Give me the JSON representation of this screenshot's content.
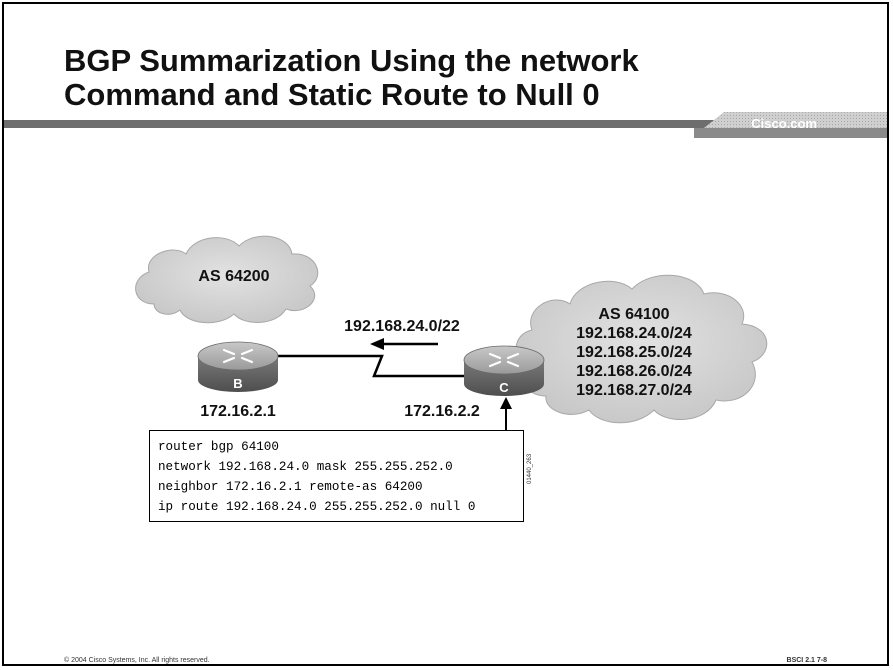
{
  "slide": {
    "title_line1": "BGP Summarization Using the network",
    "title_line2": "Command and Static Route to Null 0",
    "brand": "Cisco.com"
  },
  "colors": {
    "bar_dark": "#7a7a7a",
    "bar_light": "#c8c8c8",
    "cloud": "#d0d0d0",
    "router_body": "#8a8a8a",
    "router_top": "#b4b4b4"
  },
  "diagram": {
    "as_left": "AS 64200",
    "as_right": "AS 64100",
    "router_b_label": "B",
    "router_c_label": "C",
    "router_b_ip": "172.16.2.1",
    "router_c_ip": "172.16.2.2",
    "summary_route": "192.168.24.0/22",
    "right_networks": [
      "192.168.24.0/24",
      "192.168.25.0/24",
      "192.168.26.0/24",
      "192.168.27.0/24"
    ]
  },
  "config": {
    "lines": [
      "router bgp 64100",
      "network 192.168.24.0 mask 255.255.252.0",
      "neighbor 172.16.2.1 remote-as 64200",
      "ip route 192.168.24.0 255.255.252.0 null 0"
    ],
    "figure_id": "01440_263"
  },
  "footer": {
    "copyright": "© 2004 Cisco Systems, Inc. All rights reserved.",
    "page_ref": "BSCI 2.1   7-8"
  }
}
